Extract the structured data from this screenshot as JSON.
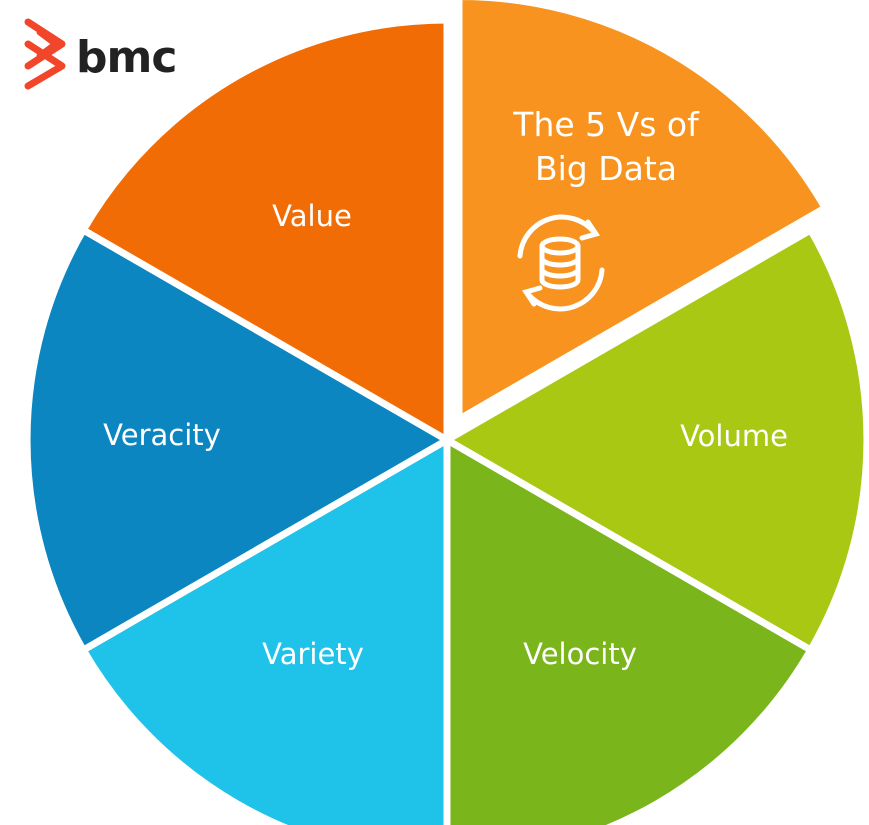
{
  "logo": {
    "text": "bmc",
    "mark_color": "#f2462b"
  },
  "title": {
    "lines": [
      "The 5 Vs of",
      "Big Data"
    ],
    "icon": "database-sync-icon",
    "color": "#f7931e"
  },
  "segments": [
    {
      "label": "Volume",
      "color": "#a8c813"
    },
    {
      "label": "Velocity",
      "color": "#7ab51c"
    },
    {
      "label": "Variety",
      "color": "#1fc2e8"
    },
    {
      "label": "Veracity",
      "color": "#0c86c0"
    },
    {
      "label": "Value",
      "color": "#f26c05"
    }
  ]
}
